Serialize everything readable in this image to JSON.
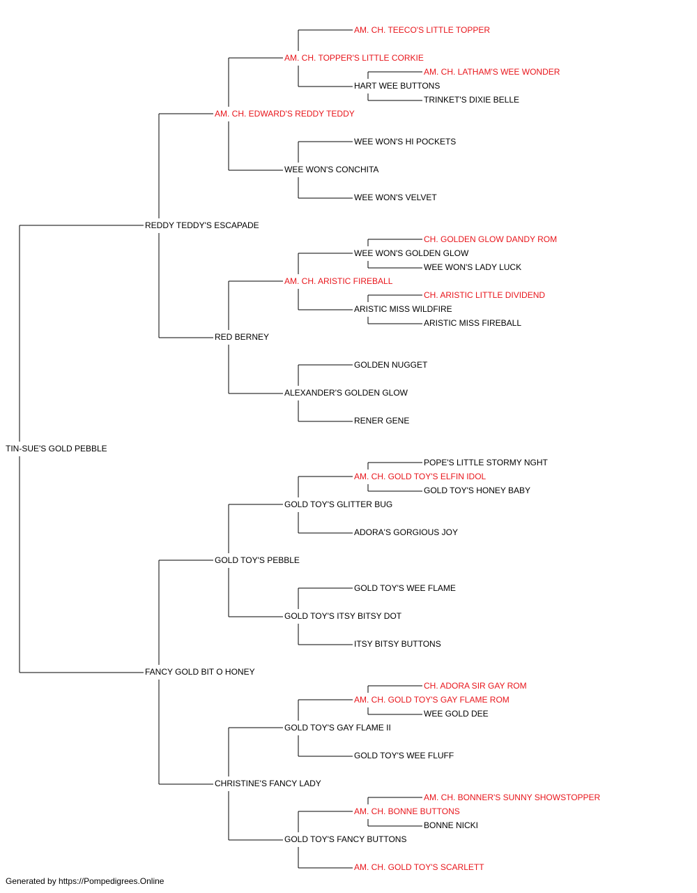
{
  "colors": {
    "champion": "#e8151b",
    "normal": "#000000",
    "line": "#000000"
  },
  "footer": "Generated by https://Pompedigrees.Online",
  "pedigree": {
    "name": "TIN-SUE'S GOLD PEBBLE",
    "champion": false,
    "sire": {
      "name": "REDDY TEDDY'S ESCAPADE",
      "champion": false,
      "sire": {
        "name": "AM. CH. EDWARD'S REDDY TEDDY",
        "champion": true,
        "sire": {
          "name": "AM. CH. TOPPER'S LITTLE CORKIE",
          "champion": true,
          "sire": {
            "name": "AM. CH. TEECO'S LITTLE TOPPER",
            "champion": true
          },
          "dam": {
            "name": "HART WEE BUTTONS",
            "champion": false,
            "sire": {
              "name": "AM. CH. LATHAM'S WEE WONDER",
              "champion": true
            },
            "dam": {
              "name": "TRINKET'S DIXIE BELLE",
              "champion": false
            }
          }
        },
        "dam": {
          "name": "WEE WON'S CONCHITA",
          "champion": false,
          "sire": {
            "name": "WEE WON'S HI POCKETS",
            "champion": false
          },
          "dam": {
            "name": "WEE WON'S VELVET",
            "champion": false
          }
        }
      },
      "dam": {
        "name": "RED BERNEY",
        "champion": false,
        "sire": {
          "name": "AM. CH. ARISTIC FIREBALL",
          "champion": true,
          "sire": {
            "name": "WEE WON'S GOLDEN GLOW",
            "champion": false,
            "sire": {
              "name": "CH. GOLDEN GLOW DANDY ROM",
              "champion": true
            },
            "dam": {
              "name": "WEE WON'S LADY LUCK",
              "champion": false
            }
          },
          "dam": {
            "name": "ARISTIC MISS WILDFIRE",
            "champion": false,
            "sire": {
              "name": "CH. ARISTIC LITTLE DIVIDEND",
              "champion": true
            },
            "dam": {
              "name": "ARISTIC MISS FIREBALL",
              "champion": false
            }
          }
        },
        "dam": {
          "name": "ALEXANDER'S GOLDEN GLOW",
          "champion": false,
          "sire": {
            "name": "GOLDEN NUGGET",
            "champion": false
          },
          "dam": {
            "name": "RENER GENE",
            "champion": false
          }
        }
      }
    },
    "dam": {
      "name": "FANCY GOLD BIT O HONEY",
      "champion": false,
      "sire": {
        "name": "GOLD TOY'S PEBBLE",
        "champion": false,
        "sire": {
          "name": "GOLD TOY'S GLITTER BUG",
          "champion": false,
          "sire": {
            "name": "AM. CH. GOLD TOY'S ELFIN IDOL",
            "champion": true,
            "sire": {
              "name": "POPE'S LITTLE STORMY NGHT",
              "champion": false
            },
            "dam": {
              "name": "GOLD TOY'S HONEY BABY",
              "champion": false
            }
          },
          "dam": {
            "name": "ADORA'S GORGIOUS JOY",
            "champion": false
          }
        },
        "dam": {
          "name": "GOLD TOY'S ITSY BITSY DOT",
          "champion": false,
          "sire": {
            "name": "GOLD TOY'S WEE FLAME",
            "champion": false
          },
          "dam": {
            "name": "ITSY BITSY BUTTONS",
            "champion": false
          }
        }
      },
      "dam": {
        "name": "CHRISTINE'S FANCY LADY",
        "champion": false,
        "sire": {
          "name": "GOLD TOY'S GAY FLAME II",
          "champion": false,
          "sire": {
            "name": "AM. CH. GOLD TOY'S GAY FLAME ROM",
            "champion": true,
            "sire": {
              "name": "CH. ADORA SIR GAY ROM",
              "champion": true
            },
            "dam": {
              "name": "WEE GOLD DEE",
              "champion": false
            }
          },
          "dam": {
            "name": "GOLD TOY'S WEE FLUFF",
            "champion": false
          }
        },
        "dam": {
          "name": "GOLD TOY'S FANCY BUTTONS",
          "champion": false,
          "sire": {
            "name": "AM. CH. BONNE BUTTONS",
            "champion": true,
            "sire": {
              "name": "AM. CH. BONNER'S SUNNY SHOWSTOPPER",
              "champion": true
            },
            "dam": {
              "name": "BONNE NICKI",
              "champion": false
            }
          },
          "dam": {
            "name": "AM. CH. GOLD TOY'S SCARLETT",
            "champion": true
          }
        }
      }
    }
  }
}
